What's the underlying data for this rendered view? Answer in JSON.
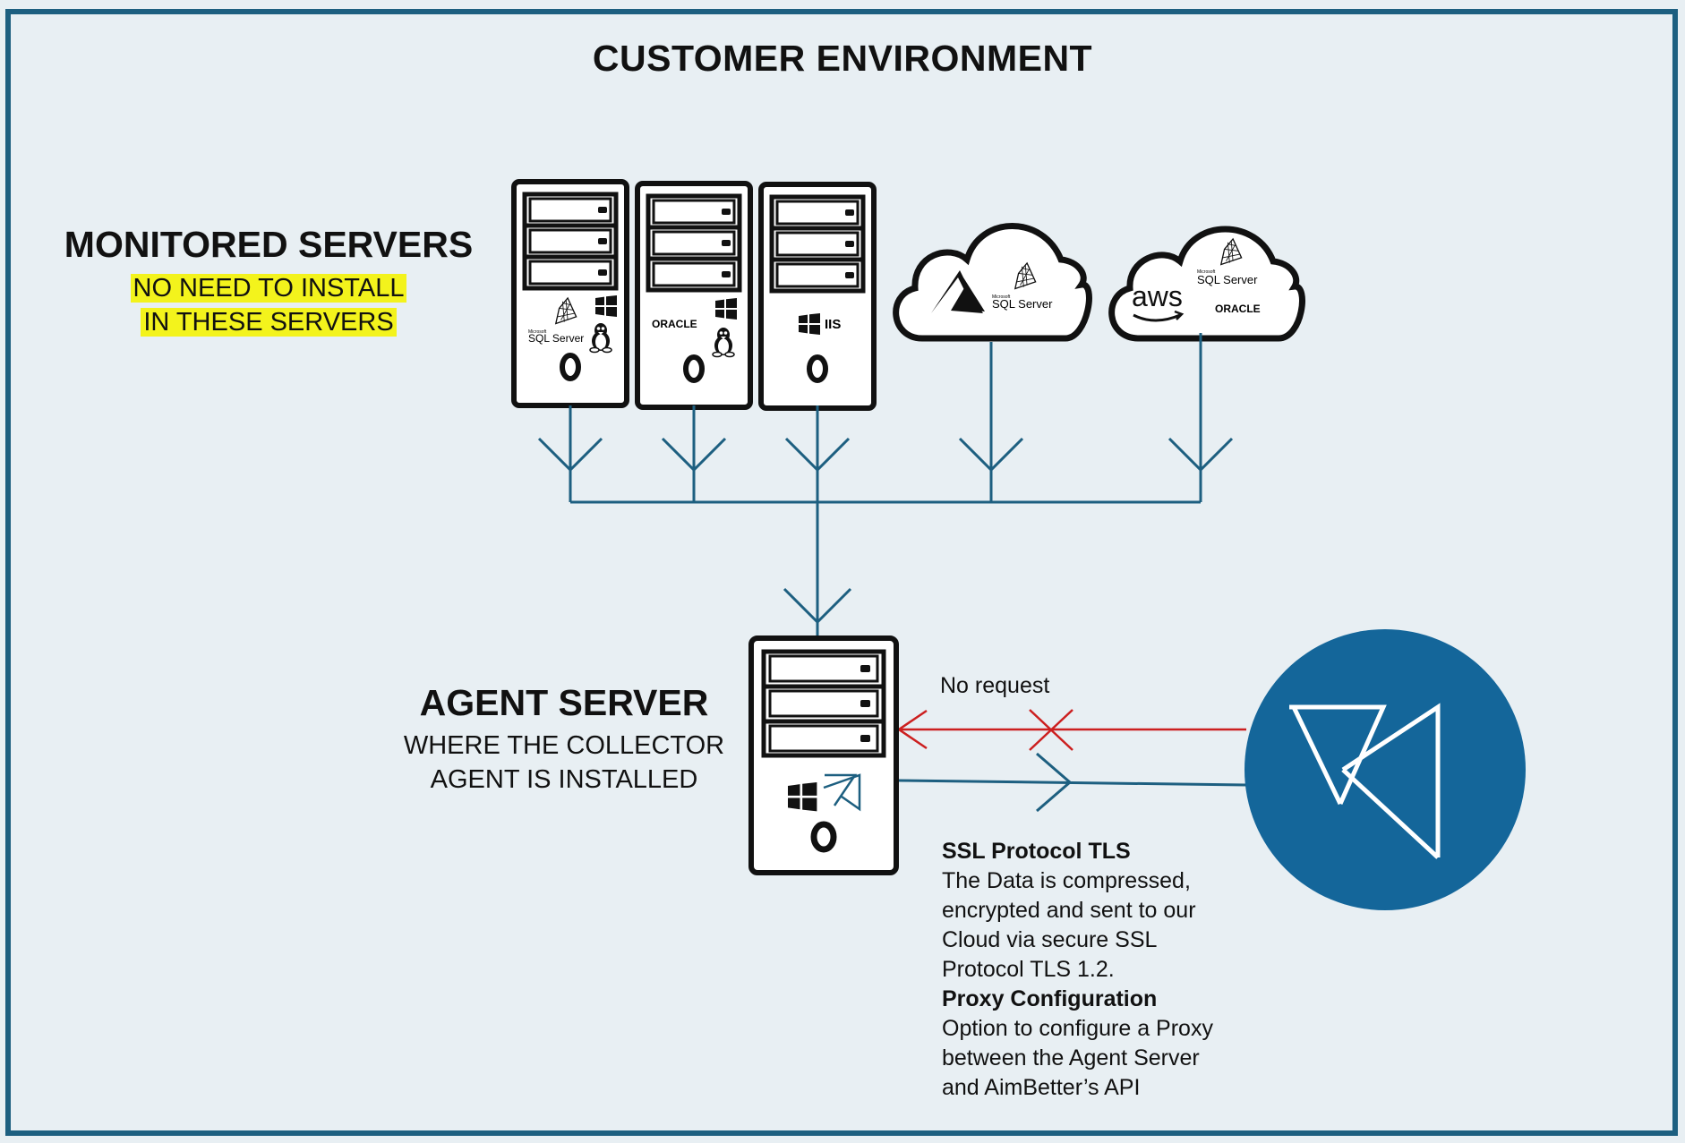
{
  "title": "CUSTOMER ENVIRONMENT",
  "monitored": {
    "title": "MONITORED SERVERS",
    "note_line1": "NO NEED TO INSTALL",
    "note_line2": "IN THESE SERVERS"
  },
  "agent": {
    "title": "AGENT SERVER",
    "sub_line1": "WHERE THE COLLECTOR",
    "sub_line2": "AGENT IS INSTALLED"
  },
  "connection": {
    "no_request": "No request"
  },
  "notes": {
    "ssl_title": "SSL Protocol TLS",
    "ssl_lines": [
      "The Data is compressed,",
      "encrypted and sent to our",
      "Cloud via secure SSL",
      "Protocol TLS 1.2."
    ],
    "proxy_title": "Proxy Configuration",
    "proxy_lines": [
      "Option to configure a Proxy",
      "between the Agent Server",
      "and AimBetter’s API"
    ]
  },
  "logos": {
    "sql_microsoft": "Microsoft",
    "sql_server": "SQL Server",
    "oracle": "ORACLE",
    "iis": "IIS",
    "aws": "aws"
  },
  "colors": {
    "frame": "#1d5f80",
    "line": "#1d5f80",
    "no_request": "#cc1f1f",
    "cloud_circle": "#14669a",
    "highlight": "#f3f31c",
    "background": "#e8eff3"
  },
  "icons": [
    "windows-icon",
    "linux-icon",
    "sql-server-icon",
    "azure-icon",
    "aws-icon",
    "aimbetter-icon"
  ]
}
